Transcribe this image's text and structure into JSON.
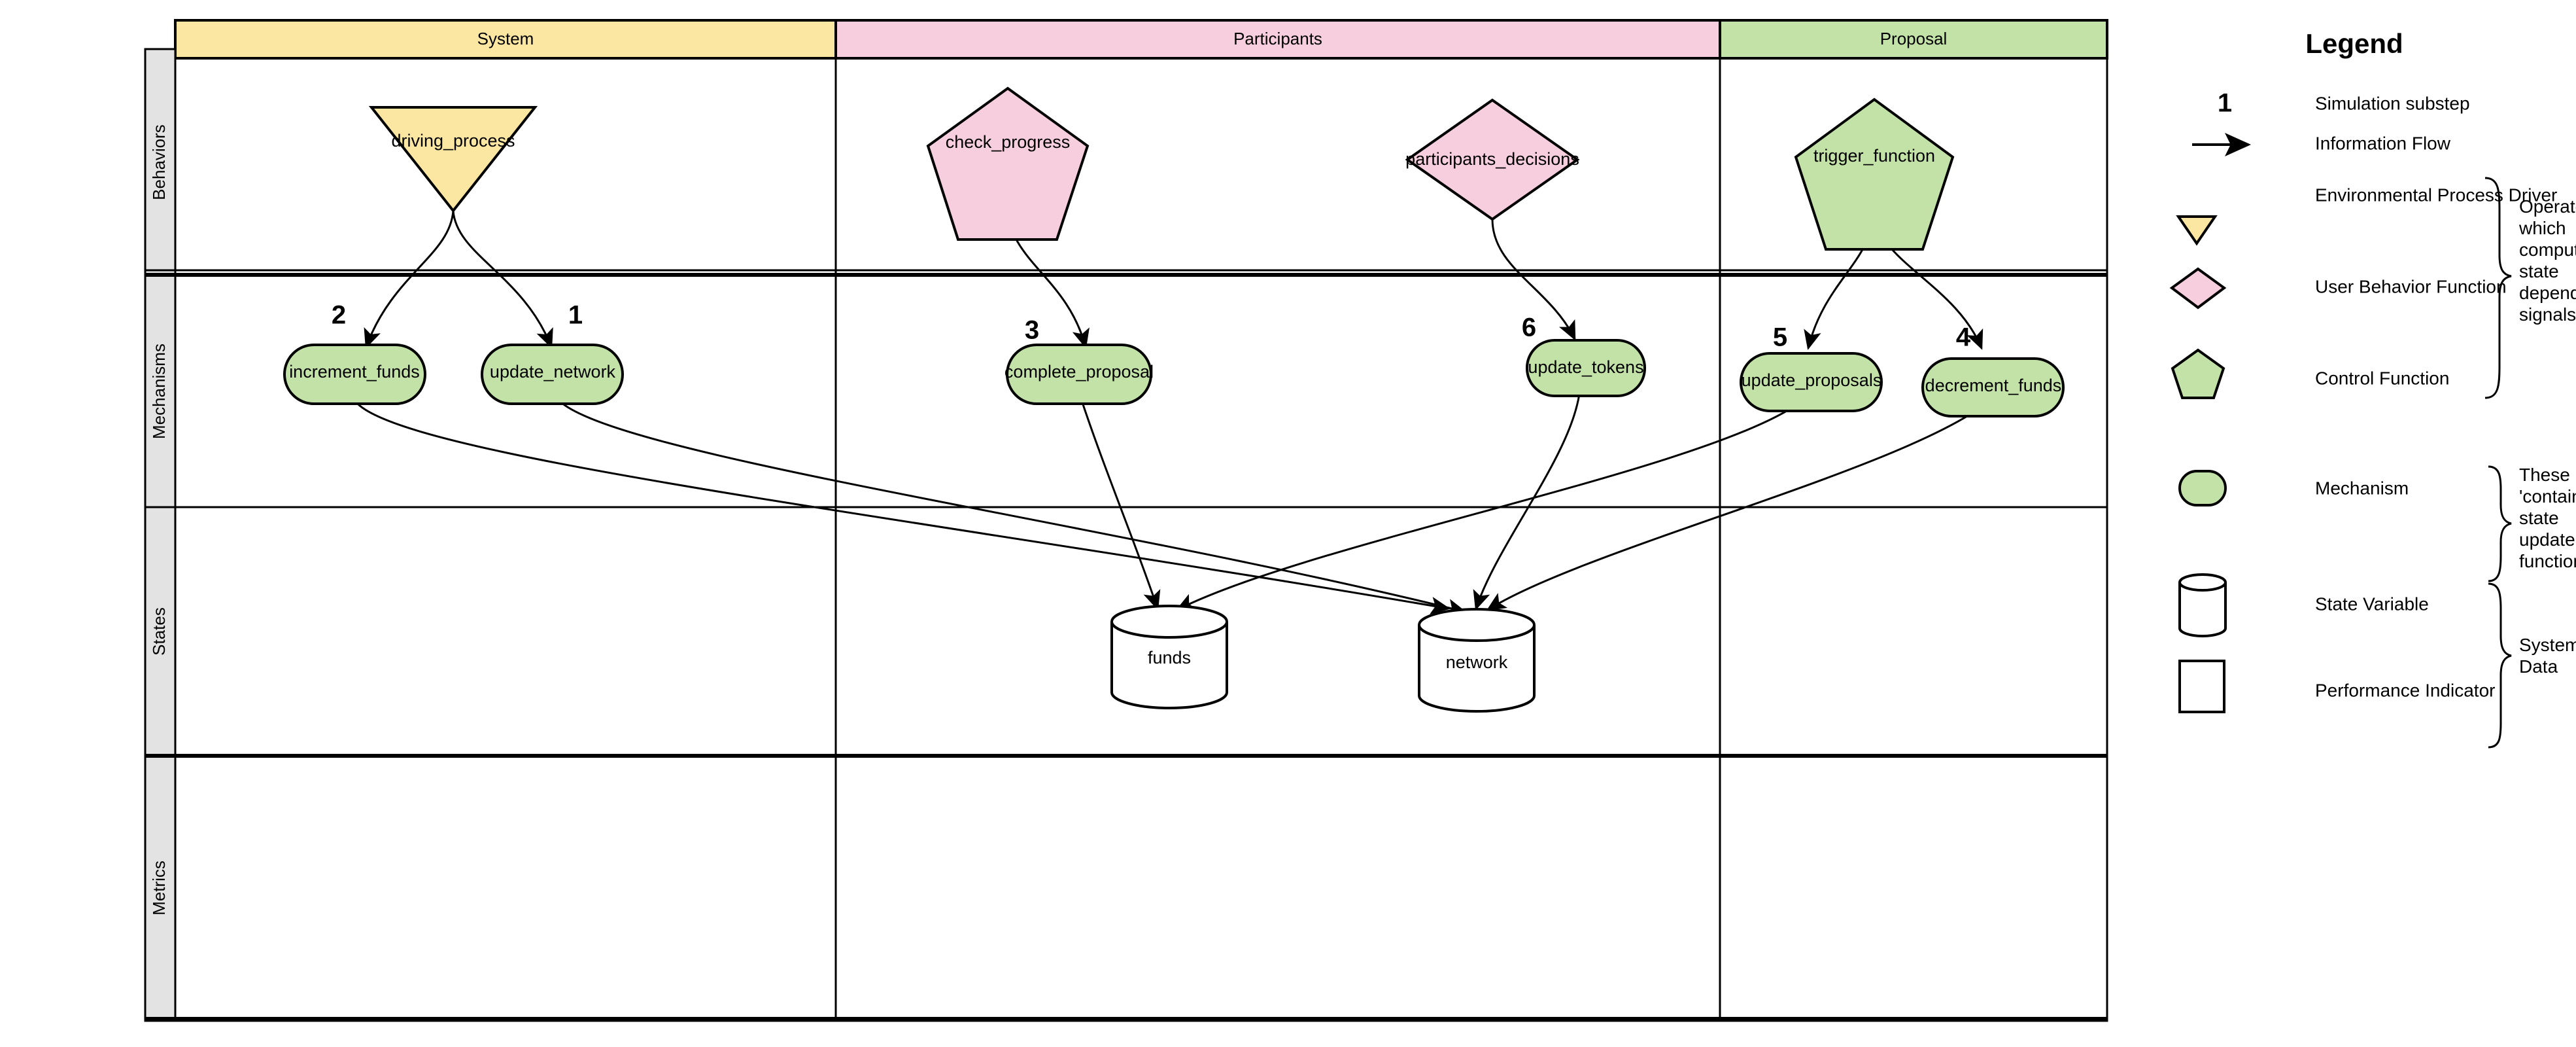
{
  "diagram": {
    "swimlanes": [
      {
        "id": "system",
        "label": "System",
        "color": "#fce7a2"
      },
      {
        "id": "participants",
        "label": "Participants",
        "color": "#f7cedd"
      },
      {
        "id": "proposal",
        "label": "Proposal",
        "color": "#c3e2a8"
      }
    ],
    "rows": [
      {
        "id": "behaviors",
        "label": "Behaviors"
      },
      {
        "id": "mechanisms",
        "label": "Mechanisms"
      },
      {
        "id": "states",
        "label": "States"
      },
      {
        "id": "metrics",
        "label": "Metrics"
      }
    ],
    "behaviors": [
      {
        "id": "driving_process",
        "label": "driving_process",
        "shape": "triangle-down",
        "color": "#fce7a2",
        "lane": "system"
      },
      {
        "id": "check_progress",
        "label": "check_progress",
        "shape": "pentagon",
        "color": "#f7cedd",
        "lane": "participants"
      },
      {
        "id": "participants_decisions",
        "label": "participants_decisions",
        "shape": "diamond",
        "color": "#f7cedd",
        "lane": "participants"
      },
      {
        "id": "trigger_function",
        "label": "trigger_function",
        "shape": "pentagon",
        "color": "#c3e2a8",
        "lane": "proposal"
      }
    ],
    "mechanisms": [
      {
        "id": "increment_funds",
        "label": "increment_funds",
        "substep": "2",
        "shape": "rounded-rect",
        "color": "#c3e2a8",
        "lane": "system"
      },
      {
        "id": "update_network",
        "label": "update_network",
        "substep": "1",
        "shape": "rounded-rect",
        "color": "#c3e2a8",
        "lane": "system"
      },
      {
        "id": "complete_proposal",
        "label": "complete_proposal",
        "substep": "3",
        "shape": "rounded-rect",
        "color": "#c3e2a8",
        "lane": "participants"
      },
      {
        "id": "update_tokens",
        "label": "update_tokens",
        "substep": "6",
        "shape": "rounded-rect",
        "color": "#c3e2a8",
        "lane": "participants"
      },
      {
        "id": "update_proposals",
        "label": "update_proposals",
        "substep": "5",
        "shape": "rounded-rect",
        "color": "#c3e2a8",
        "lane": "proposal"
      },
      {
        "id": "decrement_funds",
        "label": "decrement_funds",
        "substep": "4",
        "shape": "rounded-rect",
        "color": "#c3e2a8",
        "lane": "proposal"
      }
    ],
    "states": [
      {
        "id": "funds",
        "label": "funds",
        "shape": "cylinder",
        "color": "#ffffff",
        "lane": "participants"
      },
      {
        "id": "network",
        "label": "network",
        "shape": "cylinder",
        "color": "#ffffff",
        "lane": "participants"
      }
    ],
    "metrics": []
  },
  "legend": {
    "title": "Legend",
    "items": [
      {
        "id": "simulation-substep",
        "glyph": "number-1",
        "glyph_text": "1",
        "label": "Simulation substep"
      },
      {
        "id": "information-flow",
        "glyph": "arrow",
        "label": "Information Flow"
      },
      {
        "id": "environmental-process-driver",
        "glyph": "triangle-down",
        "color": "#fce7a2",
        "label": "Environmental Process Driver"
      },
      {
        "id": "user-behavior-function",
        "glyph": "diamond",
        "color": "#f7cedd",
        "label": "User Behavior Function"
      },
      {
        "id": "control-function",
        "glyph": "pentagon",
        "color": "#c3e2a8",
        "label": "Control Function"
      },
      {
        "id": "mechanism",
        "glyph": "rounded-rect",
        "color": "#c3e2a8",
        "label": "Mechanism"
      },
      {
        "id": "state-variable",
        "glyph": "cylinder",
        "color": "#ffffff",
        "label": "State Variable"
      },
      {
        "id": "performance-indicator",
        "glyph": "rect",
        "color": "#ffffff",
        "label": "Performance Indicator"
      }
    ],
    "brackets": [
      {
        "id": "operators-bracket",
        "lines": [
          "Operators",
          "which",
          "computes",
          "state",
          "dependent",
          "signals"
        ]
      },
      {
        "id": "mechanism-bracket",
        "lines": [
          "These",
          "'contain'",
          "state",
          "update",
          "functions"
        ]
      },
      {
        "id": "system-data-bracket",
        "lines": [
          "System",
          "Data"
        ]
      }
    ]
  },
  "colors": {
    "system_lane": "#fce7a2",
    "participants_lane": "#f7cedd",
    "proposal_lane": "#c3e2a8",
    "row_header": "#e3e3e3",
    "stroke": "#000000",
    "background": "#ffffff"
  }
}
